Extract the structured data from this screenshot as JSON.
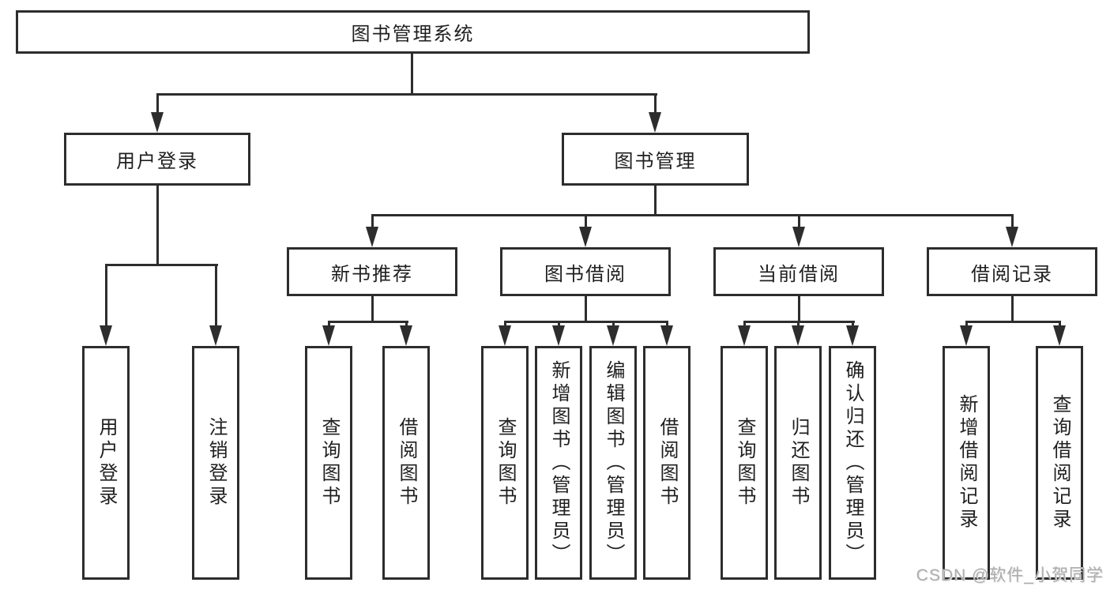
{
  "diagram": {
    "root": {
      "label": "图书管理系统"
    },
    "branches": [
      {
        "label": "用户登录",
        "children": [
          {
            "label": "用户登录"
          },
          {
            "label": "注销登录"
          }
        ]
      },
      {
        "label": "图书管理",
        "children": [
          {
            "label": "新书推荐",
            "children": [
              {
                "label": "查询图书"
              },
              {
                "label": "借阅图书"
              }
            ]
          },
          {
            "label": "图书借阅",
            "children": [
              {
                "label": "查询图书"
              },
              {
                "label": "新增图书（管理员）"
              },
              {
                "label": "编辑图书（管理员）"
              },
              {
                "label": "借阅图书"
              }
            ]
          },
          {
            "label": "当前借阅",
            "children": [
              {
                "label": "查询图书"
              },
              {
                "label": "归还图书"
              },
              {
                "label": "确认归还（管理员）"
              }
            ]
          },
          {
            "label": "借阅记录",
            "children": [
              {
                "label": "新增借阅记录"
              },
              {
                "label": "查询借阅记录"
              }
            ]
          }
        ]
      }
    ]
  },
  "watermark": {
    "text": "CSDN @软件_小贺同学",
    "color": "#adadad"
  },
  "colors": {
    "line": "#2d2d2d",
    "box_border": "#2d2d2d",
    "text": "#1f1f1f",
    "background": "#ffffff"
  }
}
